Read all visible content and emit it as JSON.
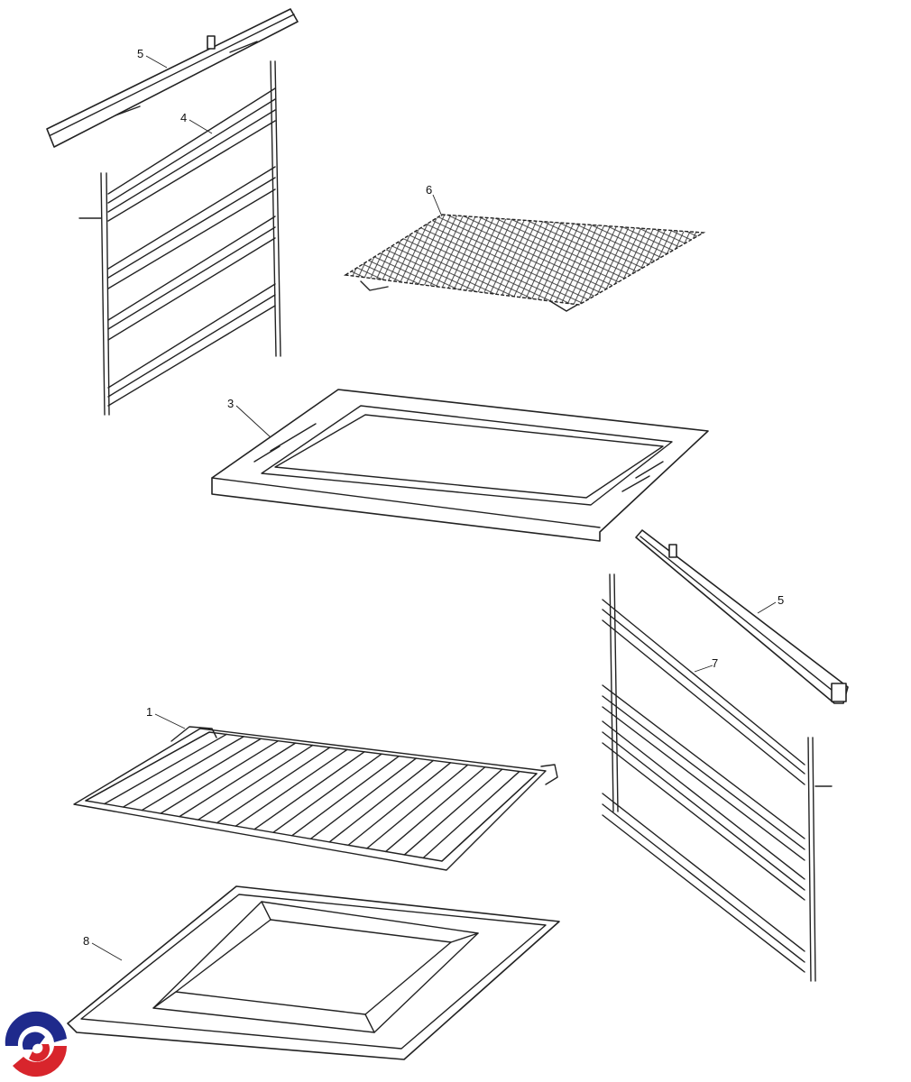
{
  "diagram": {
    "labels": [
      {
        "id": "rail-top",
        "text": "5"
      },
      {
        "id": "side-rack-left",
        "text": "4"
      },
      {
        "id": "wire-grid",
        "text": "6"
      },
      {
        "id": "tray",
        "text": "3"
      },
      {
        "id": "rail-right",
        "text": "5"
      },
      {
        "id": "side-rack-right",
        "text": "7"
      },
      {
        "id": "wire-shelf",
        "text": "1"
      },
      {
        "id": "baking-tray",
        "text": "8"
      }
    ],
    "logo": {
      "colors": {
        "blue": "#1f2a8c",
        "red": "#d8252c"
      }
    }
  }
}
